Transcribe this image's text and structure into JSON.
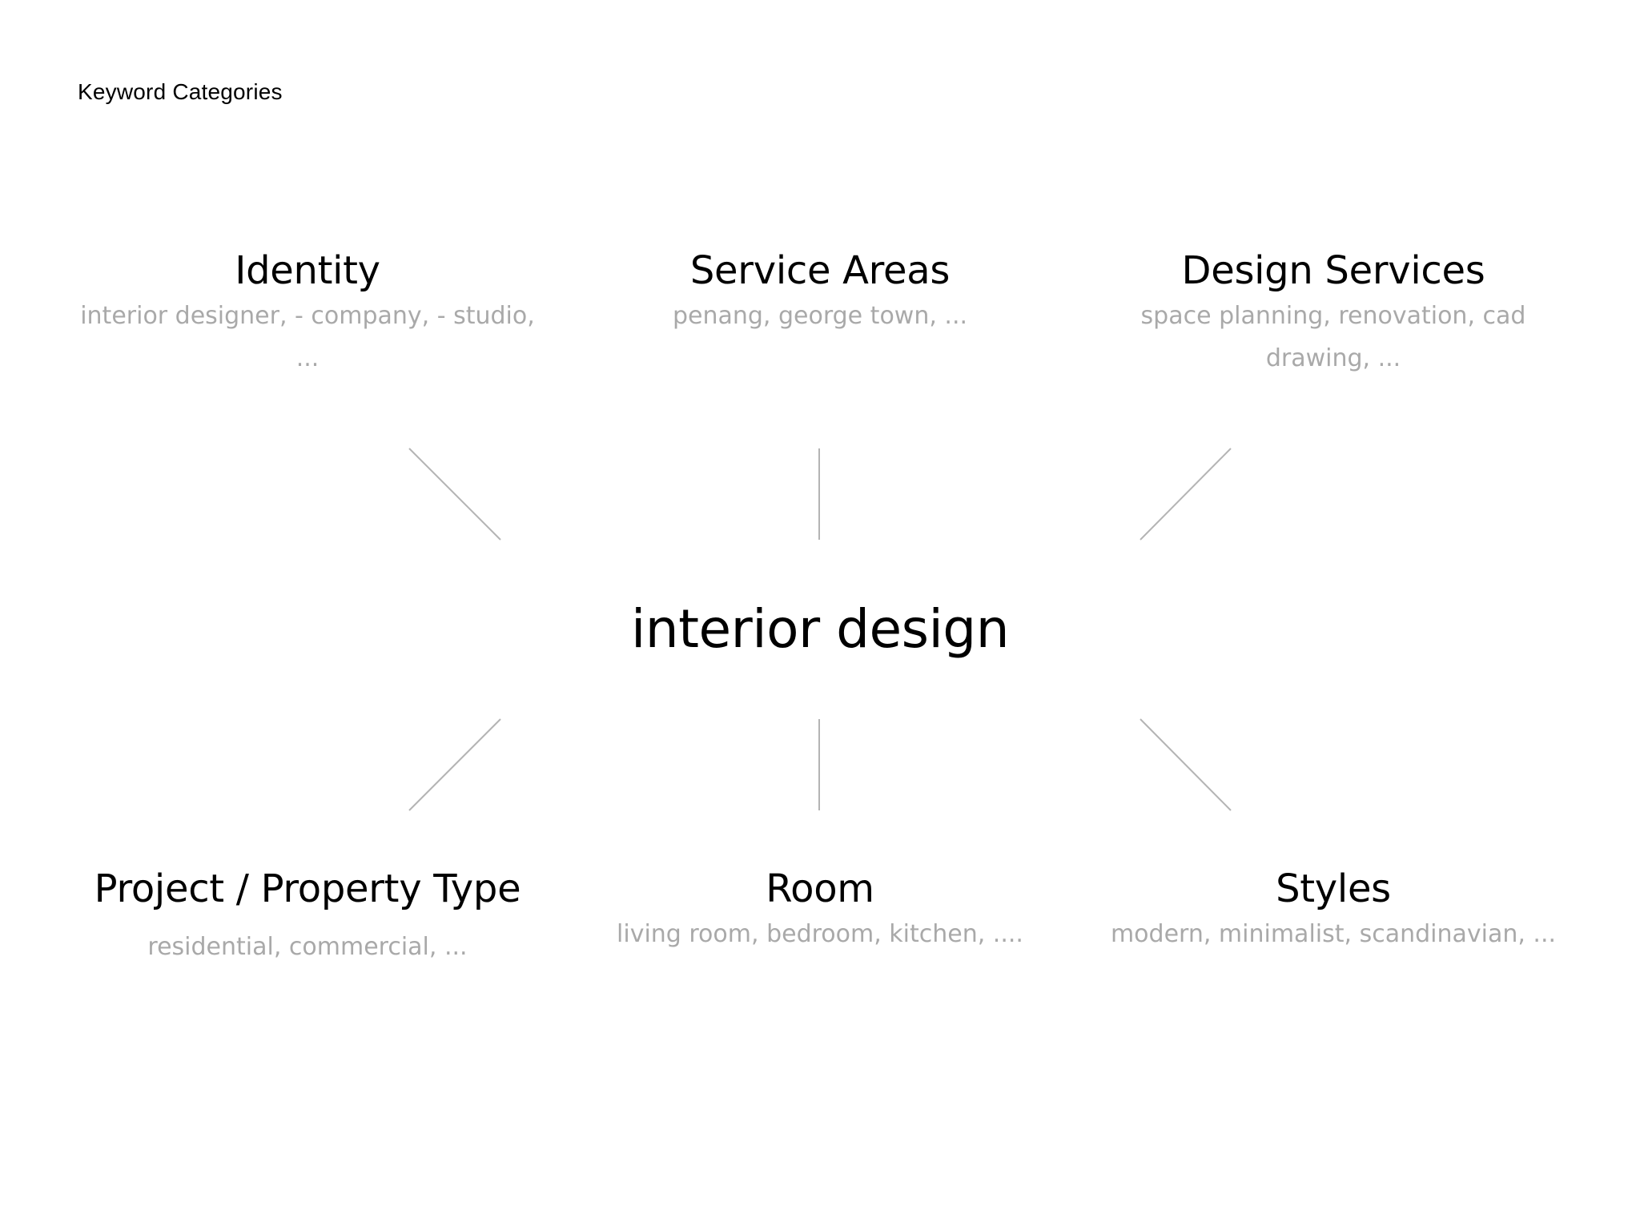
{
  "header": {
    "title": "Keyword Categories"
  },
  "center": {
    "term": "interior design"
  },
  "categories": [
    {
      "title": "Identity",
      "keywords": "interior designer, - company, - studio, ..."
    },
    {
      "title": "Service Areas",
      "keywords": "penang, george town, ..."
    },
    {
      "title": "Design Services",
      "keywords": "space planning, renovation, cad drawing, ..."
    },
    {
      "title": "Project / Property Type",
      "keywords": "residential, commercial, ..."
    },
    {
      "title": "Room",
      "keywords": "living room, bedroom, kitchen, ...."
    },
    {
      "title": "Styles",
      "keywords": "modern, minimalist, scandinavian, ..."
    }
  ],
  "colors": {
    "title": "#000000",
    "keywords": "#a9a9a9",
    "connector": "#b4b4b4",
    "background": "#ffffff"
  }
}
